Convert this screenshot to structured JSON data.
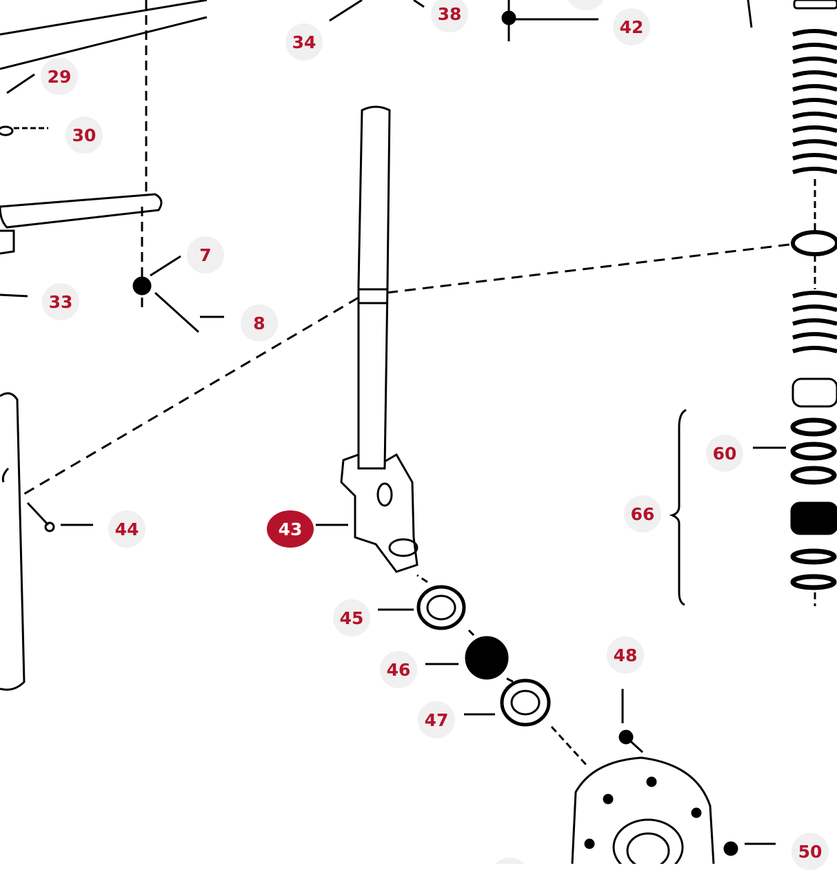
{
  "diagram": {
    "accent_color": "#b5132b",
    "callout_bg": "#f0f0f0",
    "selected_part": "43",
    "callouts": [
      "29",
      "30",
      "7",
      "33",
      "8",
      "34",
      "38",
      "42",
      "43",
      "44",
      "45",
      "46",
      "47",
      "48",
      "60",
      "66",
      "50"
    ]
  }
}
